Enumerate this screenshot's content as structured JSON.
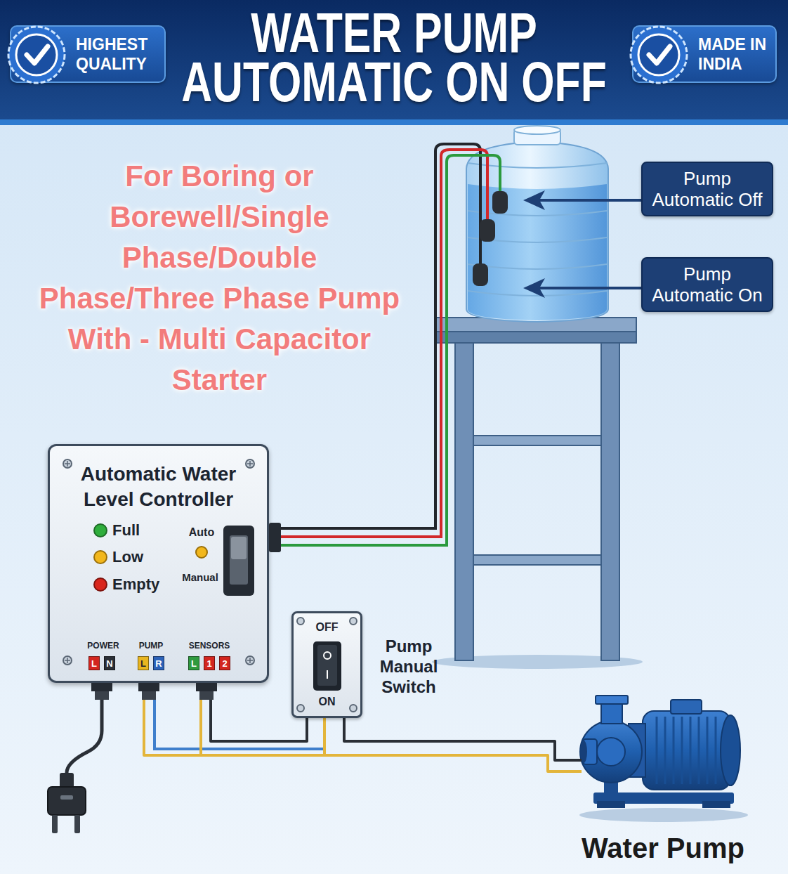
{
  "diagram": {
    "title": "WATER PUMP AUTOMATIC ON OFF",
    "nodes": [
      {
        "text": [
          "HIGHEST QUALITY"
        ]
      },
      {
        "text": [
          "MADE IN INDIA"
        ]
      },
      {
        "text": [
          "Pump Automatic Off"
        ]
      },
      {
        "text": [
          "Pump Automatic On"
        ]
      },
      {
        "text": [
          "Automatic Water Level Controller"
        ]
      },
      {
        "text": [
          "OFF",
          "ON",
          "Pump Manual Switch"
        ]
      },
      {
        "text": [
          "Water Pump"
        ]
      }
    ],
    "edges": [
      {
        "from": 4,
        "to": 5,
        "arrow": "none"
      },
      {
        "from": 5,
        "to": 6,
        "arrow": "none"
      },
      {
        "from": 4,
        "to": 6,
        "arrow": "none"
      }
    ],
    "labels": [
      "For Boring or Borewell/Single Phase/Double Phase/Three Phase Pump With - Multi Capacitor Starter",
      "Full",
      "Low",
      "Empty",
      "Auto",
      "Manual",
      "POWER",
      "PUMP",
      "SENSORS",
      "L",
      "N",
      "L",
      "R",
      "L",
      "1",
      "2"
    ]
  }
}
